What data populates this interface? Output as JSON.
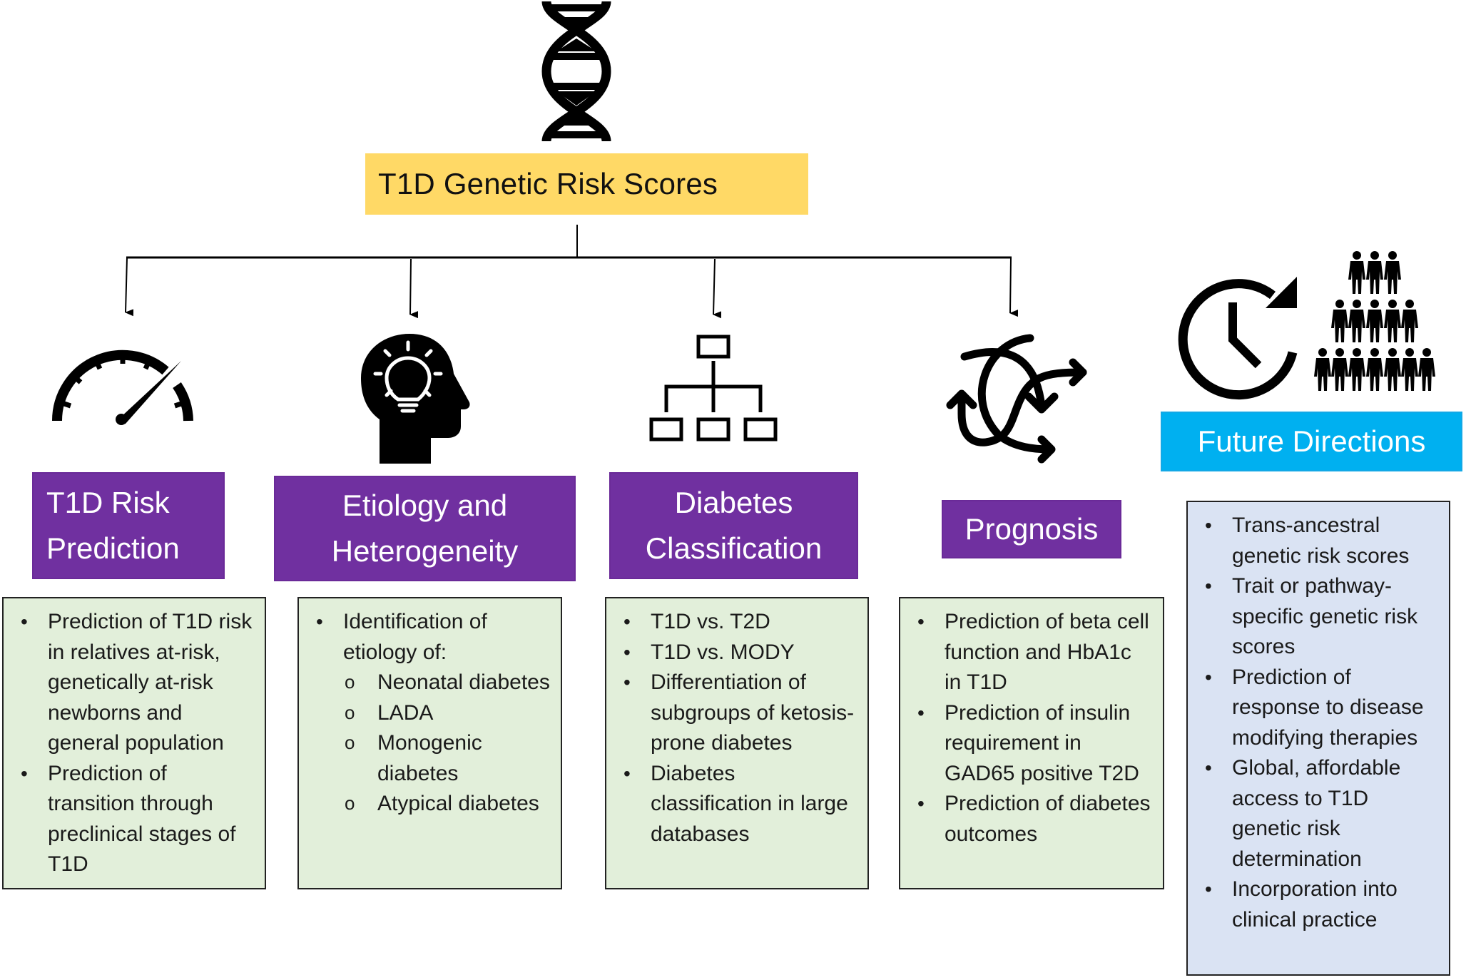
{
  "title": "T1D Genetic Risk Scores",
  "icons": {
    "top": "dna-icon",
    "risk_prediction": "speedometer-icon",
    "etiology": "head-lightbulb-icon",
    "classification": "hierarchy-icon",
    "prognosis": "crossing-arrows-icon",
    "future_clock": "clock-refresh-icon",
    "future_people": "population-icon"
  },
  "colors": {
    "title_fill": "#ffd966",
    "category_fill": "#7030a0",
    "future_fill": "#00b0f0",
    "content_green": "#e2efda",
    "content_blue": "#dae3f3"
  },
  "columns": [
    {
      "heading_lines": [
        "T1D Risk",
        "Prediction"
      ],
      "items": [
        {
          "text": "Prediction of T1D risk in relatives at-risk, genetically at-risk newborns and general population"
        },
        {
          "text": "Prediction of transition through preclinical stages of T1D"
        }
      ]
    },
    {
      "heading_lines": [
        "Etiology and",
        "Heterogeneity"
      ],
      "items": [
        {
          "text": "Identification of etiology of:",
          "subitems": [
            "Neonatal diabetes",
            "LADA",
            "Monogenic diabetes",
            "Atypical diabetes"
          ]
        }
      ]
    },
    {
      "heading_lines": [
        "Diabetes",
        "Classification"
      ],
      "items": [
        {
          "text": "T1D vs. T2D"
        },
        {
          "text": "T1D vs. MODY"
        },
        {
          "text": "Differentiation of subgroups of ketosis-prone diabetes"
        },
        {
          "text": "Diabetes classification in large databases"
        }
      ]
    },
    {
      "heading_lines": [
        "Prognosis"
      ],
      "items": [
        {
          "text": "Prediction of beta cell function and HbA1c in T1D"
        },
        {
          "text": "Prediction of insulin requirement in GAD65 positive T2D"
        },
        {
          "text": "Prediction of diabetes outcomes"
        }
      ]
    }
  ],
  "future": {
    "heading": "Future Directions",
    "items": [
      {
        "text": "Trans-ancestral genetic risk scores"
      },
      {
        "text": "Trait or pathway-specific genetic risk scores"
      },
      {
        "text": "Prediction of response to disease modifying therapies"
      },
      {
        "text": "Global, affordable access to T1D genetic risk determination"
      },
      {
        "text": "Incorporation into clinical practice"
      }
    ]
  }
}
